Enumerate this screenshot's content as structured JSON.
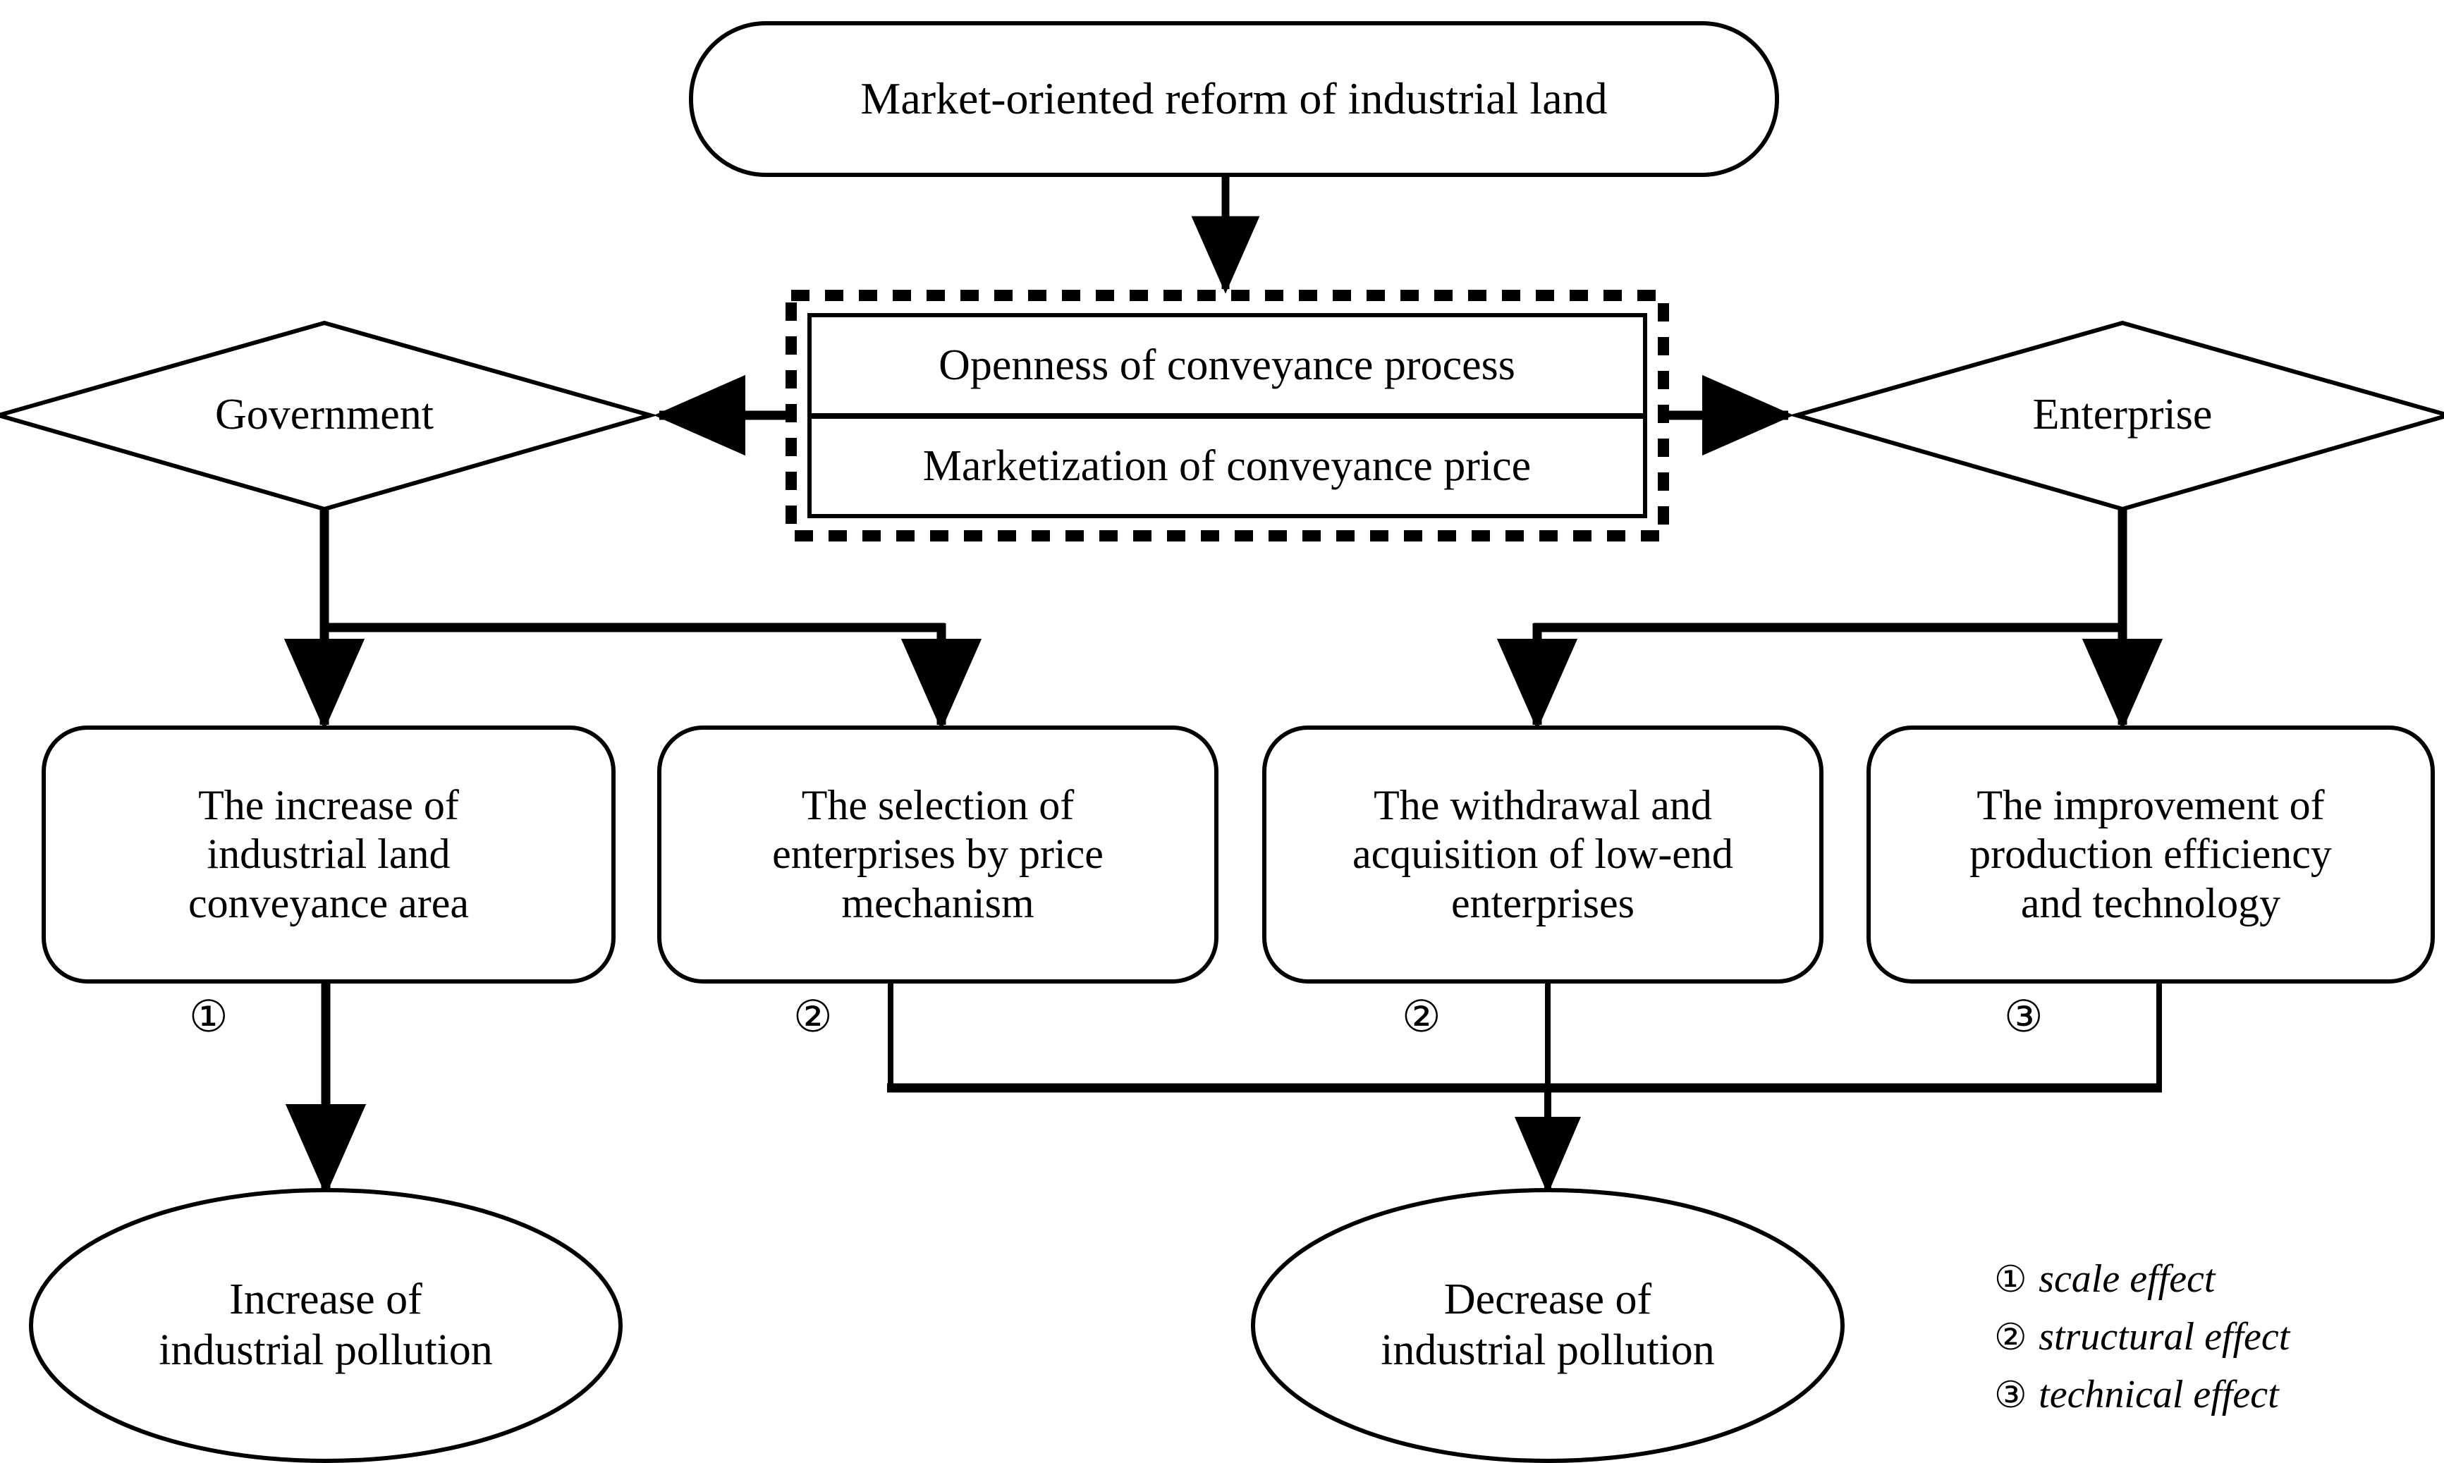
{
  "diagram": {
    "title_node": {
      "label": "Market-oriented reform of industrial land",
      "shape": "rounded-rectangle"
    },
    "policy_panel": {
      "shape": "dashed-container",
      "rows": [
        {
          "label": "Openness of  conveyance process"
        },
        {
          "label": "Marketization of conveyance price"
        }
      ]
    },
    "actors": [
      {
        "id": "government",
        "label": "Government",
        "shape": "diamond"
      },
      {
        "id": "enterprise",
        "label": "Enterprise",
        "shape": "diamond"
      }
    ],
    "mechanisms": [
      {
        "id": "increase-area",
        "label": "The increase of industrial land conveyance area",
        "lines": [
          "The increase of",
          "industrial land",
          "conveyance area"
        ],
        "effect_mark": "①"
      },
      {
        "id": "selection-by-price",
        "label": "The selection of enterprises by price mechanism",
        "lines": [
          "The selection of",
          "enterprises by price",
          "mechanism"
        ],
        "effect_mark": "②"
      },
      {
        "id": "withdrawal-acquisition",
        "label": "The withdrawal and acquisition of low-end enterprises",
        "lines": [
          "The withdrawal and",
          "acquisition of low-end",
          "enterprises"
        ],
        "effect_mark": "②"
      },
      {
        "id": "production-improvement",
        "label": "The improvement of production efficiency and technology",
        "lines": [
          "The improvement of",
          "production efficiency",
          "and technology"
        ],
        "effect_mark": "③"
      }
    ],
    "outcomes": [
      {
        "id": "increase-pollution",
        "label": "Increase of industrial pollution",
        "lines": [
          "Increase of",
          "industrial pollution"
        ],
        "shape": "ellipse"
      },
      {
        "id": "decrease-pollution",
        "label": "Decrease of industrial pollution",
        "lines": [
          "Decrease of",
          "industrial pollution"
        ],
        "shape": "ellipse"
      }
    ],
    "legend": {
      "items": [
        {
          "mark": "①",
          "label": "scale effect"
        },
        {
          "mark": "②",
          "label": "structural effect"
        },
        {
          "mark": "③",
          "label": "technical effect"
        }
      ]
    },
    "colors": {
      "stroke": "#000000",
      "background": "#ffffff",
      "text": "#000000"
    }
  }
}
